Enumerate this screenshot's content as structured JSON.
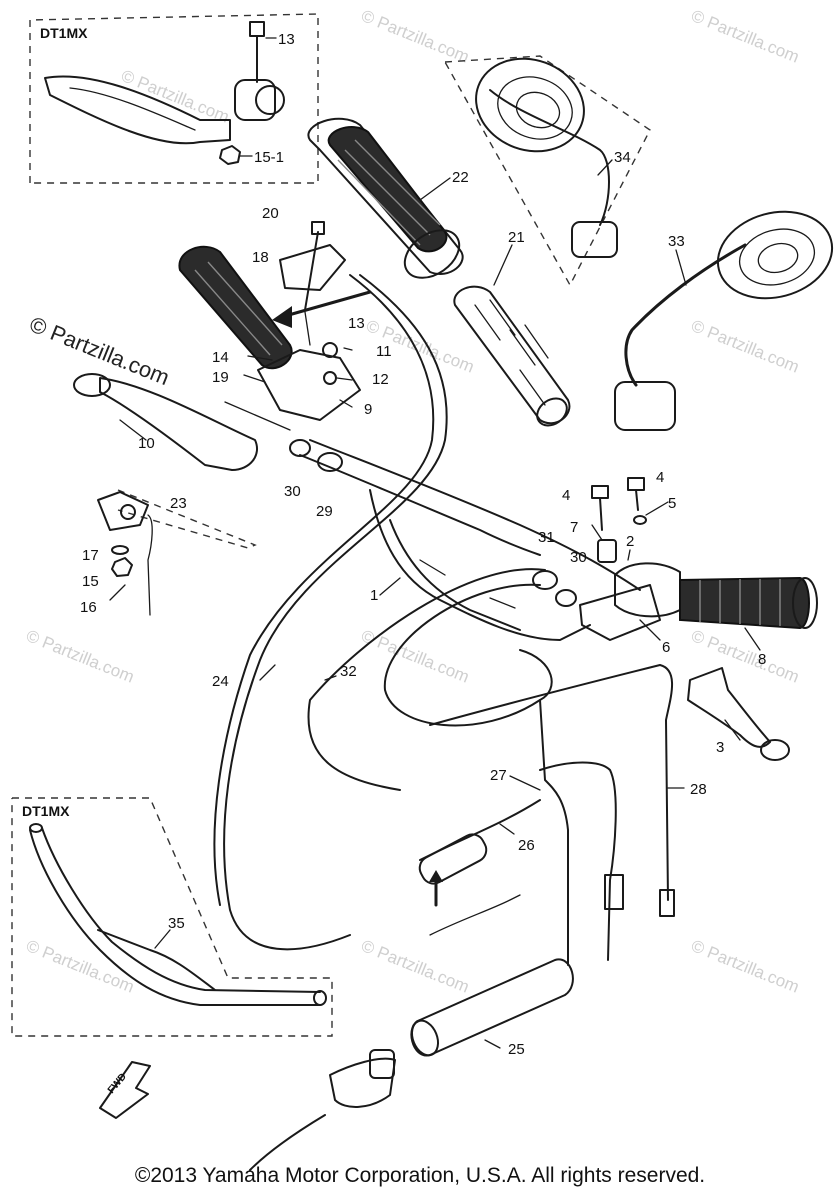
{
  "diagram": {
    "watermark": "© Partzilla.com",
    "watermark_main": "© Partzilla.com",
    "box_titles": [
      "DT1MX",
      "DT1MX"
    ],
    "fwd_label": "FWD",
    "parts": [
      {
        "num": "13",
        "name": "bolt-top-box"
      },
      {
        "num": "15-1",
        "name": "nut-top-box"
      },
      {
        "num": "22",
        "name": "grip-left"
      },
      {
        "num": "34",
        "name": "mirror-left"
      },
      {
        "num": "21",
        "name": "throttle-tube"
      },
      {
        "num": "33",
        "name": "mirror-right"
      },
      {
        "num": "20",
        "name": "screw"
      },
      {
        "num": "18",
        "name": "clamp"
      },
      {
        "num": "13",
        "name": "bolt"
      },
      {
        "num": "11",
        "name": "bolt-11"
      },
      {
        "num": "14",
        "name": "lever-holder"
      },
      {
        "num": "12",
        "name": "washer-12"
      },
      {
        "num": "19",
        "name": "holder-19"
      },
      {
        "num": "9",
        "name": "lever-bracket"
      },
      {
        "num": "10",
        "name": "clutch-lever"
      },
      {
        "num": "23",
        "name": "switch-23"
      },
      {
        "num": "17",
        "name": "washer-17"
      },
      {
        "num": "15",
        "name": "nut-15"
      },
      {
        "num": "16",
        "name": "screw-16"
      },
      {
        "num": "30",
        "name": "clamp-30-left"
      },
      {
        "num": "29",
        "name": "clamp-29"
      },
      {
        "num": "4",
        "name": "bolt-4-a"
      },
      {
        "num": "4",
        "name": "bolt-4-b"
      },
      {
        "num": "5",
        "name": "washer-5"
      },
      {
        "num": "7",
        "name": "spacer-7"
      },
      {
        "num": "2",
        "name": "holder-2"
      },
      {
        "num": "31",
        "name": "clamp-31"
      },
      {
        "num": "30",
        "name": "clamp-30-right"
      },
      {
        "num": "1",
        "name": "handlebar"
      },
      {
        "num": "6",
        "name": "bracket-6"
      },
      {
        "num": "8",
        "name": "grip-right"
      },
      {
        "num": "24",
        "name": "cable-24"
      },
      {
        "num": "32",
        "name": "cable-32"
      },
      {
        "num": "3",
        "name": "brake-lever"
      },
      {
        "num": "27",
        "name": "cable-27"
      },
      {
        "num": "28",
        "name": "cable-28"
      },
      {
        "num": "26",
        "name": "cable-26"
      },
      {
        "num": "35",
        "name": "handlebar-dt1mx"
      },
      {
        "num": "25",
        "name": "cover-25"
      }
    ]
  },
  "footer": {
    "copyright": "©2013  Yamaha Motor Corporation, U.S.A. All rights reserved."
  }
}
